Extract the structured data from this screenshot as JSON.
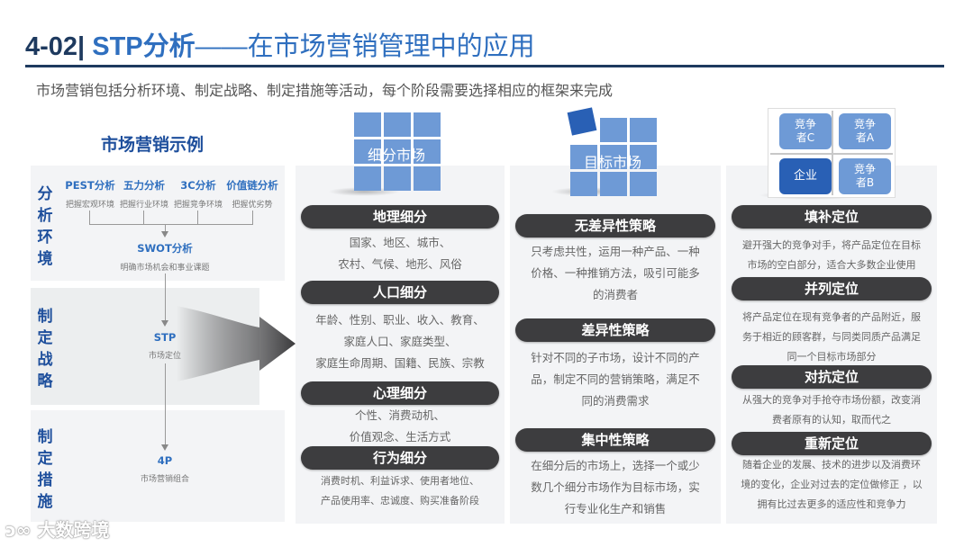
{
  "header": {
    "number": "4-02",
    "separator": "|",
    "stp": " STP分析",
    "rest": "——在市场营销管理中的应用",
    "subtitle": "市场营销包括分析环境、制定战略、制定措施等活动，每个阶段需要选择相应的框架来完成"
  },
  "left": {
    "title": "市场营销示例",
    "stages": [
      {
        "label": "分析环境"
      },
      {
        "label": "制定战略"
      },
      {
        "label": "制定措施"
      }
    ],
    "tools": [
      {
        "name": "PEST分析",
        "desc": "把握宏观环境"
      },
      {
        "name": "五力分析",
        "desc": "把握行业环境"
      },
      {
        "name": "3C分析",
        "desc": "把握竞争环境"
      },
      {
        "name": "价值链分析",
        "desc": "把握优劣势"
      }
    ],
    "swot": {
      "name": "SWOT分析",
      "desc": "明确市场机会和事业课题"
    },
    "stp": {
      "name": "STP",
      "desc": "市场定位"
    },
    "fourp": {
      "name": "4P",
      "desc": "市场营销组合"
    }
  },
  "segmentation": {
    "icon_label": "细分市场",
    "items": [
      {
        "title": "地理细分",
        "lines": [
          "国家、地区、城市、",
          "农村、气候、地形、风俗"
        ]
      },
      {
        "title": "人口细分",
        "lines": [
          "年龄、性别、职业、收入、教育、",
          "家庭人口、家庭类型、",
          "家庭生命周期、国籍、民族、宗教"
        ]
      },
      {
        "title": "心理细分",
        "lines": [
          "个性、消费动机、",
          "价值观念、生活方式"
        ]
      },
      {
        "title": "行为细分",
        "lines": [
          "消费时机、利益诉求、使用者地位、",
          "产品使用率、忠诚度、购买准备阶段"
        ]
      }
    ]
  },
  "targeting": {
    "icon_label": "目标市场",
    "items": [
      {
        "title": "无差异性策略",
        "lines": [
          "只考虑共性，运用一种产品、一种",
          "价格、一种推销方法，吸引可能多",
          "的消费者"
        ]
      },
      {
        "title": "差异性策略",
        "lines": [
          "针对不同的子市场，设计不同的产",
          "品，制定不同的营销策略，满足不",
          "同的消费需求"
        ]
      },
      {
        "title": "集中性策略",
        "lines": [
          "在细分后的市场上，选择一个或少",
          "数几个细分市场作为目标市场，实",
          "行专业化生产和销售"
        ]
      }
    ]
  },
  "positioning": {
    "quadrant": {
      "top_left": [
        "竞争",
        "者C"
      ],
      "top_right": [
        "竞争",
        "者A"
      ],
      "bottom_left": "企业",
      "bottom_right": [
        "竞争",
        "者B"
      ]
    },
    "items": [
      {
        "title": "填补定位",
        "lines": [
          "避开强大的竞争对手，将产品定位在目标",
          "市场的空白部分，适合大多数企业使用"
        ]
      },
      {
        "title": "并列定位",
        "lines": [
          "将产品定位在现有竞争者的产品附近，服",
          "务于相近的顾客群，与同类同质产品满足",
          "同一个目标市场部分"
        ]
      },
      {
        "title": "对抗定位",
        "lines": [
          "从强大的竞争对手抢夺市场份额，改变消",
          "费者原有的认知，取而代之"
        ]
      },
      {
        "title": "重新定位",
        "lines": [
          "随着企业的发展、技术的进步以及消费环",
          "境的变化，企业对过去的定位做修正 ，以",
          "拥有比过去更多的适应性和竞争力"
        ]
      }
    ]
  },
  "watermark": {
    "text": "大数跨境"
  },
  "colors": {
    "navy": "#1e3a5f",
    "blue": "#2f6fbf",
    "pill": "#3d3d3f",
    "tile": "#6e9ad6",
    "tile_dark": "#2960b5"
  }
}
